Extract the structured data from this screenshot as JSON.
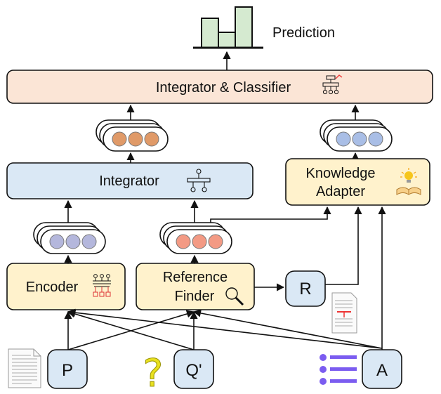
{
  "prediction": {
    "label": "Prediction"
  },
  "integrator_classifier": {
    "label": "Integrator & Classifier"
  },
  "integrator": {
    "label": "Integrator"
  },
  "knowledge_adapter": {
    "line1": "Knowledge",
    "line2": "Adapter"
  },
  "encoder": {
    "label": "Encoder"
  },
  "reference_finder": {
    "line1": "Reference",
    "line2": "Finder"
  },
  "inputs": {
    "p": "P",
    "q": "Q'",
    "a": "A",
    "r": "R",
    "question_mark": "?"
  },
  "colors": {
    "classifier_fill": "#fbe5d6",
    "integrator_fill": "#dae8f5",
    "module_fill": "#fff2cc",
    "input_fill": "#dae8f5",
    "bar_green": "#d5ead0",
    "dot_orange": "#e09a68",
    "dot_blue": "#a9bee6",
    "dot_lavender": "#b4b7dc",
    "dot_salmon": "#f39a84",
    "question_yellow": "#e8e020",
    "list_purple": "#7b5cf0"
  }
}
